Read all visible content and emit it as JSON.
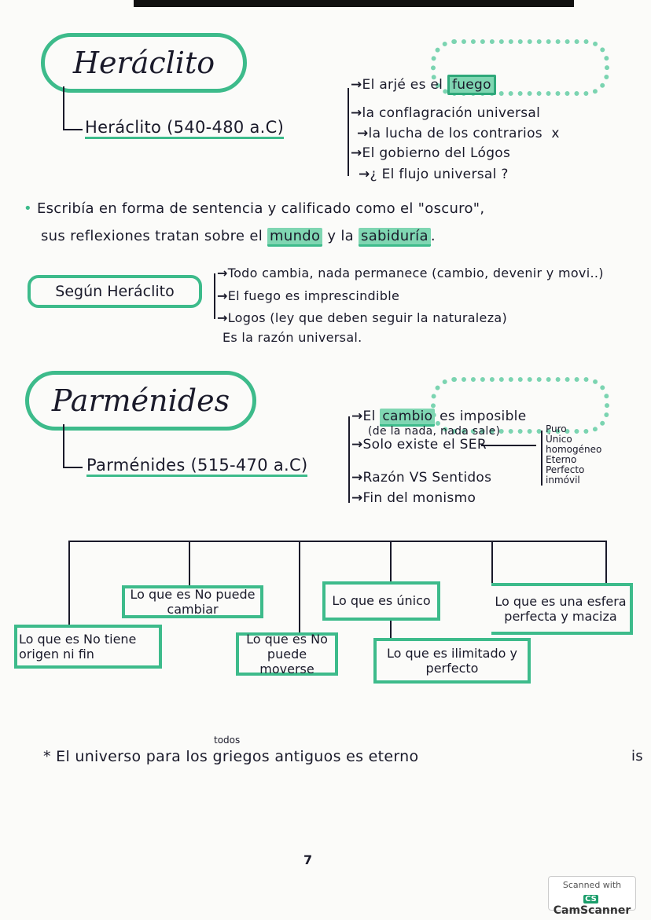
{
  "heraclito": {
    "title": "Heráclito",
    "subtitle": "Heráclito (540-480 a.C)",
    "items": [
      "El arjé es el",
      "fuego",
      "la conflagración universal",
      "la lucha de los contrarios",
      "x",
      "El gobierno del Lógos",
      "¿ El flujo universal ?"
    ],
    "paragraph_1": "Escribía en forma de sentencia y calificado como el \"oscuro\",",
    "paragraph_2a": "sus reflexiones tratan sobre el",
    "paragraph_2_mundo": "mundo",
    "paragraph_2b": "y la",
    "paragraph_2_sabiduria": "sabiduría",
    "segun_label": "Según Heráclito",
    "segun_items": [
      "Todo cambia, nada permanece (cambio, devenir y movi..)",
      "El fuego es imprescindible",
      "Logos (ley que deben seguir la naturaleza)",
      "Es la razón universal."
    ]
  },
  "parmenides": {
    "title": "Parménides",
    "subtitle": "Parménides (515-470 a.C)",
    "item_1a": "El",
    "item_1_cambio": "cambio",
    "item_1b": "es imposible",
    "item_1_note": "(de la nada, nada sale)",
    "item_2": "Solo existe el SER",
    "ser_attributes": [
      "Puro",
      "Único",
      "homogéneo",
      "Eterno",
      "Perfecto",
      "inmóvil"
    ],
    "item_3": "Razón VS Sentidos",
    "item_4": "Fin del monismo",
    "boxes": [
      "Lo que es No puede cambiar",
      "Lo que es único",
      "Lo que es una esfera perfecta y maciza",
      "Lo que es No tiene origen ni fin",
      "Lo que es No puede moverse",
      "Lo que es ilimitado y perfecto"
    ]
  },
  "footer": {
    "note_insert": "todos",
    "note": "* El universo para los griegos antiguos es eterno",
    "margin_text": "is",
    "page_number": "7"
  },
  "badge": {
    "line1": "Scanned with",
    "logo": "CS",
    "brand": "CamScanner"
  },
  "colors": {
    "accent": "#3dbb8b",
    "ink": "#1a1a2a"
  }
}
